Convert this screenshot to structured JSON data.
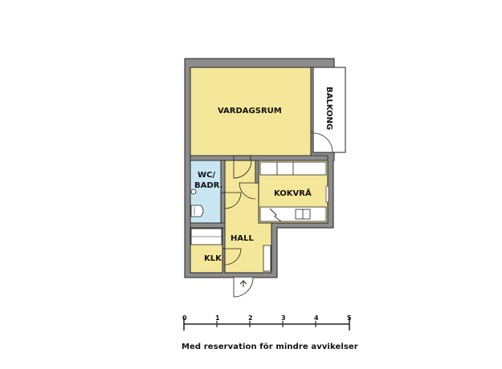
{
  "floorplan": {
    "rooms": {
      "living": "VARDAGSRUM",
      "balcony": "BALKONG",
      "bathroom_line1": "WC/",
      "bathroom_line2": "BADR.",
      "kitchen": "KOKVRÅ",
      "hall": "HALL",
      "closet": "KLK"
    },
    "colors": {
      "floor": "#f5e79a",
      "bathroom": "#c7e6f2",
      "wall": "#8c8c8c",
      "wall_outline": "#222222",
      "counter": "#ffffff"
    }
  },
  "scale_bar": {
    "ticks": [
      "0",
      "1",
      "2",
      "3",
      "4",
      "5"
    ]
  },
  "disclaimer": "Med reservation för mindre avvikelser"
}
